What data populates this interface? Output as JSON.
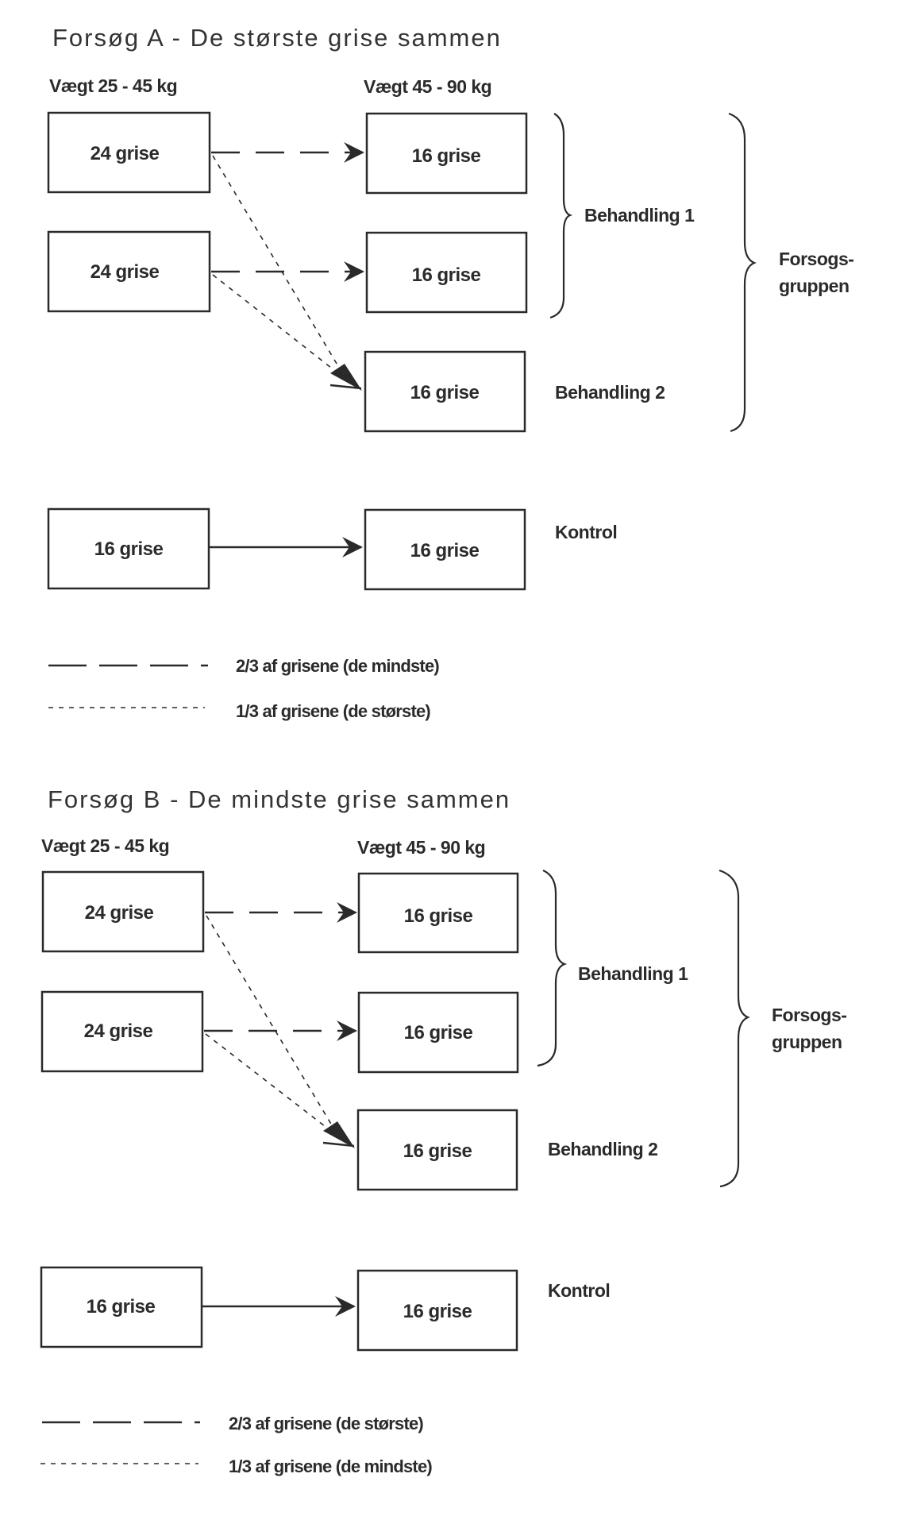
{
  "sections": [
    {
      "id": "A",
      "title": "Forsøg A - De største grise sammen",
      "header_left": "Vægt 25 - 45 kg",
      "header_right": "Vægt 45 - 90 kg",
      "source_boxes": [
        "24 grise",
        "24 grise"
      ],
      "target_boxes": [
        "16 grise",
        "16 grise",
        "16 grise"
      ],
      "control_source": "16 grise",
      "control_target": "16 grise",
      "labels": {
        "treatment1": "Behandling 1",
        "treatment2": "Behandling 2",
        "group_line1": "Forsogs-",
        "group_line2": "gruppen",
        "control": "Kontrol"
      },
      "legend": [
        {
          "style": "dashed",
          "text": "2/3 af grisene (de mindste)"
        },
        {
          "style": "dotted",
          "text": "1/3 af grisene (de største)"
        }
      ]
    },
    {
      "id": "B",
      "title": "Forsøg B - De mindste grise sammen",
      "header_left": "Vægt 25 - 45 kg",
      "header_right": "Vægt 45 - 90 kg",
      "source_boxes": [
        "24 grise",
        "24 grise"
      ],
      "target_boxes": [
        "16 grise",
        "16 grise",
        "16 grise"
      ],
      "control_source": "16 grise",
      "control_target": "16 grise",
      "labels": {
        "treatment1": "Behandling 1",
        "treatment2": "Behandling 2",
        "group_line1": "Forsogs-",
        "group_line2": "gruppen",
        "control": "Kontrol"
      },
      "legend": [
        {
          "style": "dashed",
          "text": "2/3 af grisene (de største)"
        },
        {
          "style": "dotted",
          "text": "1/3 af grisene (de mindste)"
        }
      ]
    }
  ]
}
